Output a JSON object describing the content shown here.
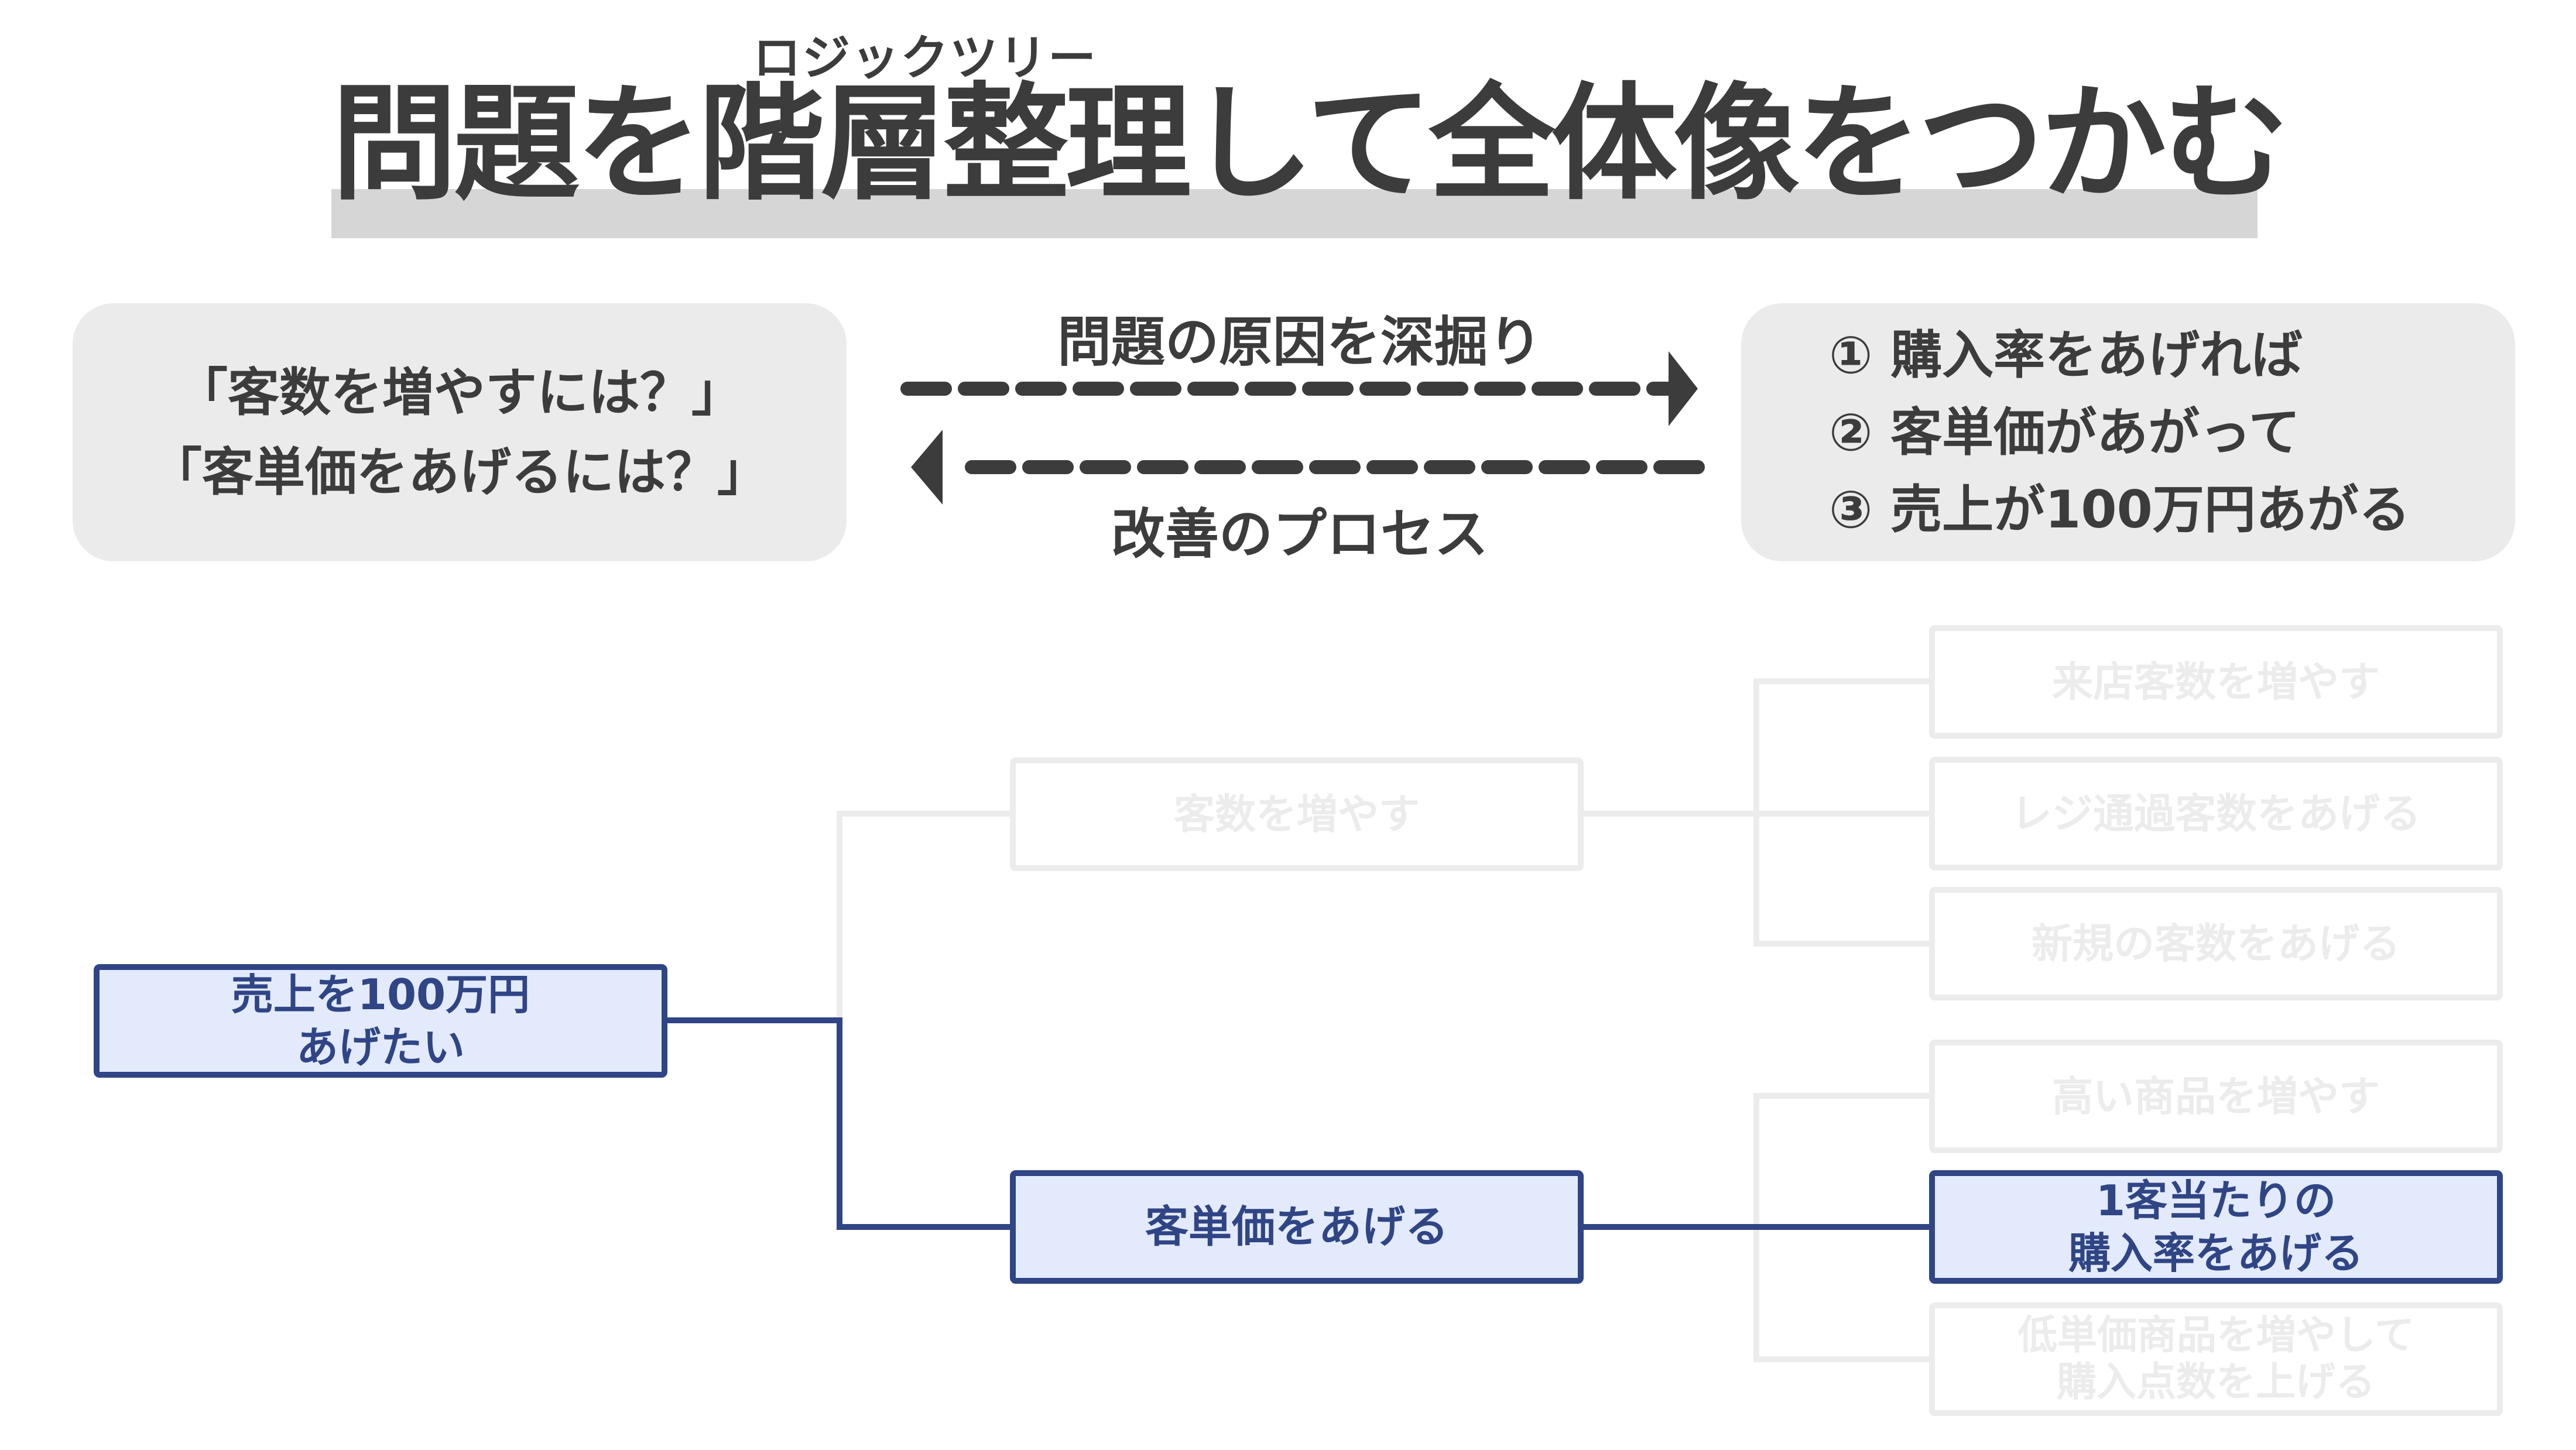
{
  "header": {
    "ruby": "ロジックツリー",
    "title": "問題を階層整理して全体像をつかむ"
  },
  "left_panel": {
    "line1": "「客数を増やすには？」",
    "line2": "「客単価をあげるには？」"
  },
  "right_panel": {
    "items": [
      {
        "number": "①",
        "text": "購入率をあげれば"
      },
      {
        "number": "②",
        "text": "客単価があがって"
      },
      {
        "number": "③",
        "text": "売上が100万円あがる"
      }
    ]
  },
  "process": {
    "forward_label": "問題の原因を深掘り",
    "backward_label": "改善のプロセス"
  },
  "tree": {
    "root": {
      "line1": "売上を100万円",
      "line2": "あげたい"
    },
    "level2": [
      {
        "label": "客数を増やす",
        "state": "muted"
      },
      {
        "label": "客単価をあげる",
        "state": "active"
      }
    ],
    "level3": [
      {
        "line1": "来店客数を増やす",
        "state": "muted"
      },
      {
        "line1": "レジ通過客数をあげる",
        "state": "muted"
      },
      {
        "line1": "新規の客数をあげる",
        "state": "muted"
      },
      {
        "line1": "高い商品を増やす",
        "state": "muted"
      },
      {
        "line1": "1客当たりの",
        "line2": "購入率をあげる",
        "state": "active"
      },
      {
        "line1": "低単価商品を増やして",
        "line2": "購入点数を上げる",
        "state": "muted"
      }
    ]
  },
  "colors": {
    "active_fill": "#e3eafc",
    "active_border": "#2f4585",
    "muted_border": "#ececec",
    "panel_fill": "#ebebeb",
    "text_dark": "#3c3c3c"
  }
}
